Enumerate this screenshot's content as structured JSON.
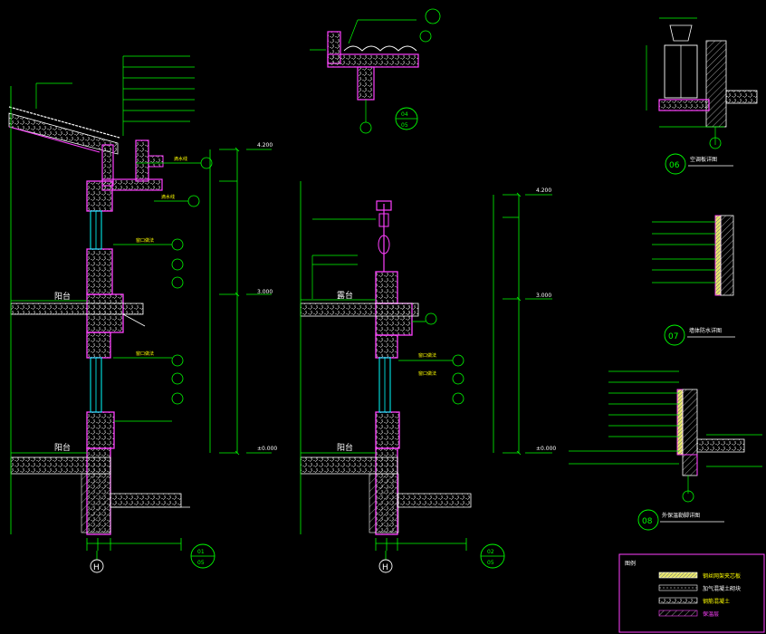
{
  "colors": {
    "background": "#000000",
    "wall_outline": "#ff40ff",
    "concrete": "#ffffff",
    "dimension": "#00ff00",
    "leader": "#00ff00",
    "callout_text": "#ffff00",
    "cyan": "#00ffff",
    "hatch": "#bfbfbf",
    "insulation": "#ffff66"
  },
  "floor_labels": {
    "s1_upper": "阳台",
    "s1_lower": "阳台",
    "s2_upper": "露台",
    "s2_lower": "阳台"
  },
  "elevations": {
    "s1_top": "4.200",
    "s1_mid": "3.000",
    "s1_bottom": "±0.000",
    "s2_top": "4.200",
    "s2_mid": "3.000",
    "s2_bottom": "±0.000"
  },
  "axis": {
    "s1": "H",
    "s2": "H"
  },
  "details": {
    "d01": {
      "num": "01",
      "sheet": "05"
    },
    "d02": {
      "num": "02",
      "sheet": "05"
    },
    "d04": {
      "num": "04",
      "sheet": "05"
    },
    "d06": {
      "num": "06",
      "title": "空调板详图"
    },
    "d07": {
      "num": "07",
      "title": "墙体防水详图"
    },
    "d08": {
      "num": "08",
      "title": "外保温勒脚详图"
    }
  },
  "callouts": {
    "c1": "滴水线",
    "c2": "滴水线",
    "c3": "窗口做法",
    "c4": "窗口做法",
    "c5": "窗口做法",
    "c6": "窗口做法"
  },
  "legend": {
    "title": "图例",
    "items": [
      {
        "label": "钢丝网架夹芯板"
      },
      {
        "label": "加气混凝土砌块"
      },
      {
        "label": "钢筋混凝土"
      },
      {
        "label": "保温层"
      }
    ]
  }
}
